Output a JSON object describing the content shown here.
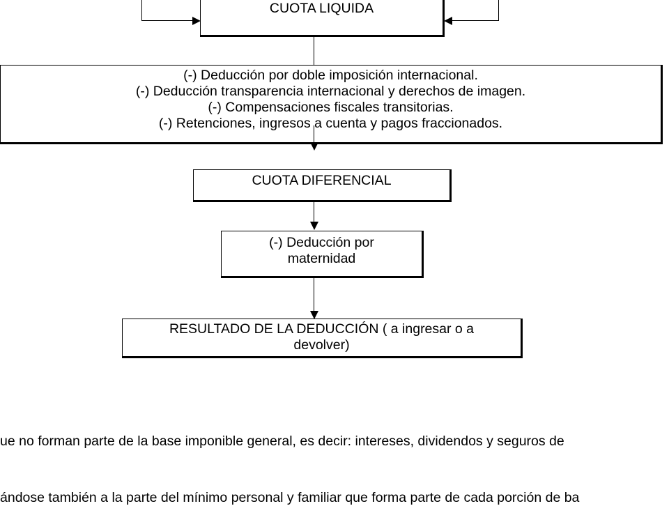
{
  "diagram": {
    "nodes": [
      {
        "id": "cuota-liquida",
        "text": "CUOTA LIQUIDA"
      },
      {
        "id": "deducciones",
        "text": "(-) Deducción por doble imposición internacional.\n(-) Deducción transparencia internacional y derechos de imagen.\n(-) Compensaciones fiscales transitorias.\n(-) Retenciones, ingresos a cuenta y pagos fraccionados."
      },
      {
        "id": "cuota-diferencial",
        "text": "CUOTA DIFERENCIAL"
      },
      {
        "id": "deduccion-maternidad",
        "text": "(-) Deducción por\nmaternidad"
      },
      {
        "id": "resultado",
        "text": "RESULTADO DE LA DEDUCCIÓN ( a ingresar o a\ndevolver)"
      }
    ],
    "edges": [
      {
        "from": "cuota-liquida",
        "to": "deducciones"
      },
      {
        "from": "deducciones",
        "to": "cuota-diferencial"
      },
      {
        "from": "cuota-diferencial",
        "to": "deduccion-maternidad"
      },
      {
        "from": "deduccion-maternidad",
        "to": "resultado"
      }
    ]
  },
  "body_text": {
    "line1": "ue no forman parte de la base imponible general, es decir: intereses, dividendos y seguros de",
    "line2": "ándose también a la parte del mínimo personal y familiar que forma parte de cada porción de ba"
  }
}
